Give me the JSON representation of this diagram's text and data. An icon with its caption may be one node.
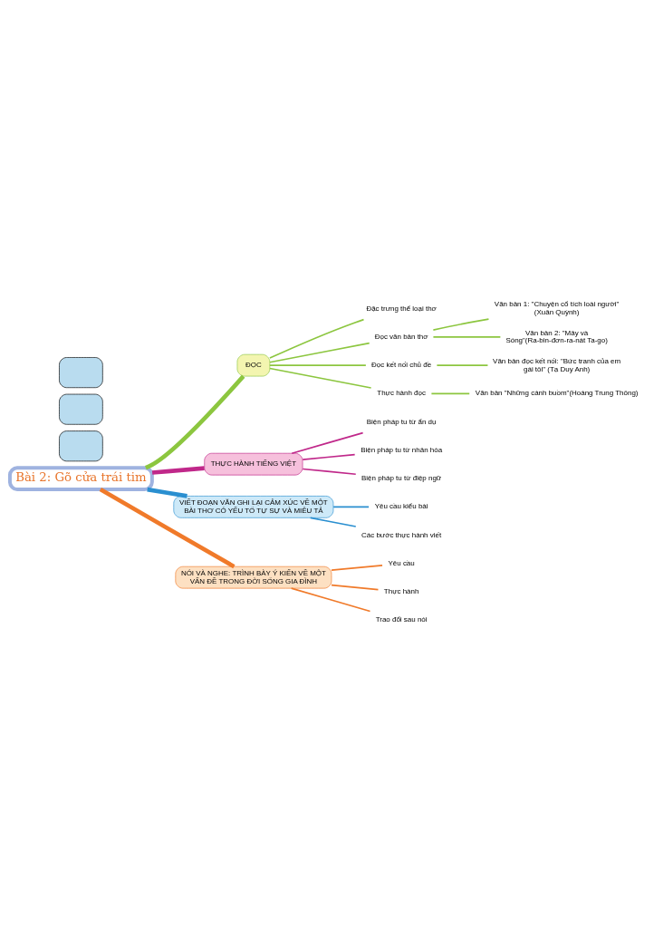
{
  "diagram": {
    "nodes": [
      {
        "text": [
          "Bài 2: Gõ cửa trái tim"
        ]
      },
      {
        "text": [
          "ĐỌC"
        ]
      },
      {
        "text": [
          "Đặc trưng thể loại thơ"
        ]
      },
      {
        "text": [
          "Đọc văn bản thơ"
        ]
      },
      {
        "text": [
          "Văn bản 1: \"Chuyện cổ tích loài người\" (Xuân Quỳnh)"
        ]
      },
      {
        "text": [
          "Văn bản 2: \"Mây và Sóng\"(Ra-bin-đơn-ra-nát Ta-go)"
        ]
      },
      {
        "text": [
          "Đọc kết nối chủ đề"
        ]
      },
      {
        "text": [
          "Văn bản đọc kết nối: \"Bức tranh của em gái tôi\" (Tạ Duy Anh)"
        ]
      },
      {
        "text": [
          "Thực hành đọc"
        ]
      },
      {
        "text": [
          "Văn bản \"Những cánh buồm\"(Hoàng Trung Thông)"
        ]
      },
      {
        "text": [
          "THỰC HÀNH TIẾNG VIỆT"
        ]
      },
      {
        "text": [
          "Biện pháp tu từ ẩn dụ"
        ]
      },
      {
        "text": [
          "Biện pháp tu từ nhân hóa"
        ]
      },
      {
        "text": [
          "Biện pháp tu từ điệp ngữ"
        ]
      },
      {
        "text": [
          "VIẾT ĐOẠN VĂN GHI LẠI CẢM XÚC VỀ MỘT BÀI THƠ CÓ YẾU TỐ TỰ SỰ VÀ MIÊU TẢ"
        ]
      },
      {
        "text": [
          "Yêu cầu kiểu bài"
        ]
      },
      {
        "text": [
          "Các bước thực hành viết"
        ]
      },
      {
        "text": [
          "NÓI VÀ NGHE: TRÌNH BÀY Ý KIẾN VỀ MỘT VẤN ĐỀ TRONG ĐỜI SỐNG GIA ĐÌNH"
        ]
      },
      {
        "text": [
          "Yêu cầu"
        ]
      },
      {
        "text": [
          "Thực hành"
        ]
      },
      {
        "text": [
          "Trao đổi sau nói"
        ]
      },
      {
        "text": [],
        "shape": "box"
      },
      {
        "text": [],
        "shape": "box"
      },
      {
        "text": [],
        "shape": "box"
      }
    ],
    "edges": [
      {
        "from": 0,
        "to": 1,
        "arrow": "none",
        "style": "thick",
        "color": "#8cc63f"
      },
      {
        "from": 1,
        "to": 2,
        "arrow": "none",
        "color": "#8cc63f"
      },
      {
        "from": 1,
        "to": 3,
        "arrow": "none",
        "color": "#8cc63f"
      },
      {
        "from": 3,
        "to": 4,
        "arrow": "none",
        "color": "#8cc63f"
      },
      {
        "from": 3,
        "to": 5,
        "arrow": "none",
        "color": "#8cc63f"
      },
      {
        "from": 1,
        "to": 6,
        "arrow": "none",
        "color": "#8cc63f"
      },
      {
        "from": 6,
        "to": 7,
        "arrow": "none",
        "color": "#8cc63f"
      },
      {
        "from": 1,
        "to": 8,
        "arrow": "none",
        "color": "#8cc63f"
      },
      {
        "from": 8,
        "to": 9,
        "arrow": "none",
        "color": "#8cc63f"
      },
      {
        "from": 0,
        "to": 10,
        "arrow": "none",
        "style": "thick",
        "color": "#c0288a"
      },
      {
        "from": 10,
        "to": 11,
        "arrow": "none",
        "color": "#c0288a"
      },
      {
        "from": 10,
        "to": 12,
        "arrow": "none",
        "color": "#c0288a"
      },
      {
        "from": 10,
        "to": 13,
        "arrow": "none",
        "color": "#c0288a"
      },
      {
        "from": 0,
        "to": 14,
        "arrow": "none",
        "style": "thick",
        "color": "#2a8fd0"
      },
      {
        "from": 14,
        "to": 15,
        "arrow": "none",
        "color": "#2a8fd0"
      },
      {
        "from": 14,
        "to": 16,
        "arrow": "none",
        "color": "#2a8fd0"
      },
      {
        "from": 0,
        "to": 17,
        "arrow": "none",
        "style": "thick",
        "color": "#f07a2a"
      },
      {
        "from": 17,
        "to": 18,
        "arrow": "none",
        "color": "#f07a2a"
      },
      {
        "from": 17,
        "to": 19,
        "arrow": "none",
        "color": "#f07a2a"
      },
      {
        "from": 17,
        "to": 20,
        "arrow": "none",
        "color": "#f07a2a"
      }
    ]
  }
}
